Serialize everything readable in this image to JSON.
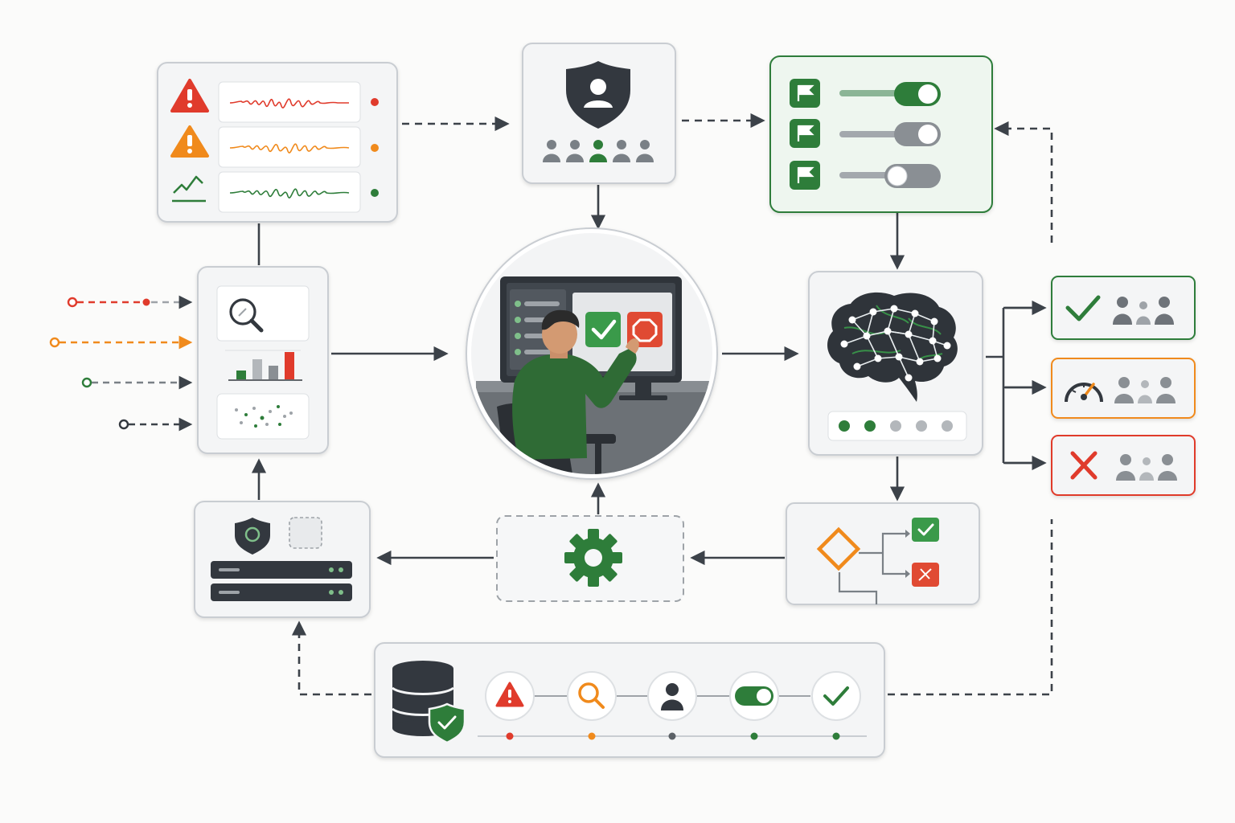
{
  "diagram": {
    "description_text": "",
    "colors": {
      "panel_border": "#c9cdd2",
      "panel_fill": "#ffffff",
      "panel_shadow": "#e4e6e9",
      "dark": "#33383f",
      "connector": "#3c4249",
      "green": "#2e7d3a",
      "green_light": "#eef6ef",
      "red": "#e03b2c",
      "orange": "#f08a1c",
      "gray": "#9ea3a8",
      "gray_light": "#eceef0"
    },
    "alert_monitor": {
      "rows": [
        {
          "icon": "warning-triangle-icon",
          "status": "critical",
          "color": "#e03b2c"
        },
        {
          "icon": "warning-triangle-icon",
          "status": "warning",
          "color": "#f08a1c"
        },
        {
          "icon": "trend-line-icon",
          "status": "normal",
          "color": "#2e7d3a"
        }
      ]
    },
    "access_control": {
      "icon": "shield-user-icon",
      "users": [
        {
          "icon": "user-icon",
          "highlighted": false
        },
        {
          "icon": "user-icon",
          "highlighted": false
        },
        {
          "icon": "user-icon",
          "highlighted": true
        },
        {
          "icon": "user-icon",
          "highlighted": false
        },
        {
          "icon": "user-icon",
          "highlighted": false
        }
      ]
    },
    "feature_flags": {
      "flags": [
        {
          "icon": "flag-icon",
          "enabled": true
        },
        {
          "icon": "flag-icon",
          "enabled": true
        },
        {
          "icon": "flag-icon",
          "enabled": false
        }
      ]
    },
    "analysis_panel": {
      "icons": [
        "magnifier-icon",
        "bar-chart-icon",
        "scatter-dots-icon"
      ],
      "bars": [
        0.3,
        0.65,
        0.45,
        0.9
      ]
    },
    "input_streams": [
      {
        "color": "#e03b2c"
      },
      {
        "color": "#f08a1c"
      },
      {
        "color": "#2e7d3a"
      },
      {
        "color": "#33383f"
      }
    ],
    "human_review": {
      "icon": "operator-at-monitor-icon",
      "buttons": [
        "approve-check-icon",
        "reject-stop-icon"
      ]
    },
    "ai_model": {
      "icon": "neural-brain-icon",
      "progress_dots": {
        "total": 5,
        "active": 2
      }
    },
    "outcomes": [
      {
        "icon": "check-icon",
        "color": "#2e7d3a",
        "label": "approved"
      },
      {
        "icon": "gauge-icon",
        "color": "#f08a1c",
        "label": "review"
      },
      {
        "icon": "x-icon",
        "color": "#e03b2c",
        "label": "rejected"
      }
    ],
    "decision_panel": {
      "icon": "decision-diamond-icon",
      "branches": [
        "check-icon",
        "reject-icon"
      ]
    },
    "config_gear": {
      "icon": "gear-icon"
    },
    "infrastructure": {
      "icons": [
        "shield-icon",
        "placeholder-square-icon",
        "server-rack-icon"
      ],
      "servers": 2
    },
    "audit_pipeline": {
      "icon": "database-shield-icon",
      "steps": [
        {
          "icon": "warning-triangle-icon",
          "color": "#e03b2c"
        },
        {
          "icon": "magnifier-icon",
          "color": "#f08a1c"
        },
        {
          "icon": "user-icon",
          "color": "#33383f"
        },
        {
          "icon": "toggle-icon",
          "color": "#2e7d3a"
        },
        {
          "icon": "check-icon",
          "color": "#2e7d3a"
        }
      ]
    }
  }
}
